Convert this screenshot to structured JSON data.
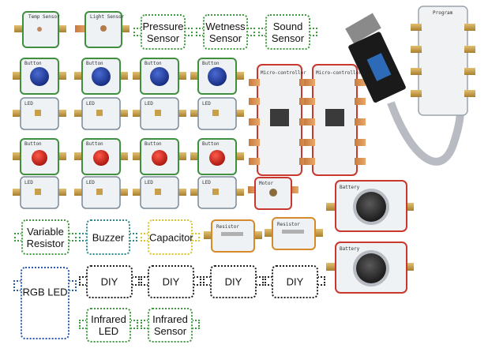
{
  "modules": {
    "temp_sensor": "Temp Sensor",
    "light_sensor": "Light Sensor",
    "button": "Button",
    "led": "LED",
    "motor": "Motor",
    "resistor": "Resistor",
    "microcontroller": "Micro-controller",
    "battery": "Battery",
    "program": "Program"
  },
  "placeholders": {
    "pressure": "Pressure Sensor",
    "wetness": "Wetness Sensor",
    "sound": "Sound Sensor",
    "variable_resistor": "Variable Resistor",
    "buzzer": "Buzzer",
    "capacitor": "Capacitor",
    "rgb_led": "RGB LED",
    "diy": "DIY",
    "infrared_led": "Infrared LED",
    "infrared_sensor": "Infrared Sensor"
  },
  "colors": {
    "green_border": "#3f8f3f",
    "gold_pad": "#c8a24a",
    "blue_button": "#1f3f9a",
    "red_button": "#d4221d",
    "red_border": "#c9382f",
    "orange_border": "#d68a2a",
    "teal_dotted": "#2e8a8a",
    "green_dotted": "#3f9a3f",
    "yellow_dotted": "#d9c52a",
    "black_dotted": "#222222",
    "blue_dotted": "#2a5aa8"
  }
}
